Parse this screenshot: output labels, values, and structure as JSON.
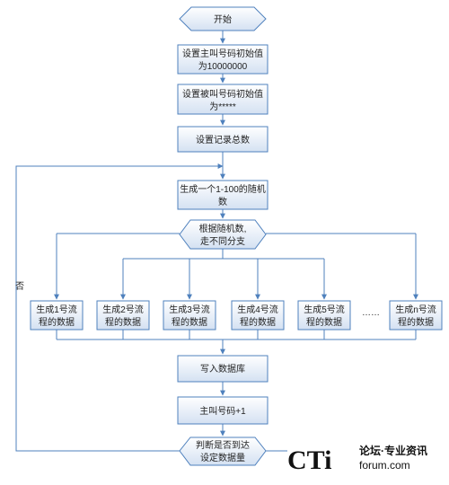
{
  "diagram": {
    "start": "开始",
    "steps": {
      "init_caller_l1": "设置主叫号码初始值",
      "init_caller_l2": "为10000000",
      "init_callee_l1": "设置被叫号码初始值",
      "init_callee_l2": "为*****",
      "set_total": "设置记录总数",
      "gen_random_l1": "生成一个1-100的随机",
      "gen_random_l2": "数",
      "write_db": "写入数据库",
      "caller_inc": "主叫号码+1"
    },
    "branch_decision": {
      "line1": "根据随机数,",
      "line2": "走不同分支"
    },
    "end_decision": {
      "line1": "判断是否到达",
      "line2": "设定数据量"
    },
    "branches": [
      {
        "line1": "生成1号流",
        "line2": "程的数据"
      },
      {
        "line1": "生成2号流",
        "line2": "程的数据"
      },
      {
        "line1": "生成3号流",
        "line2": "程的数据"
      },
      {
        "line1": "生成4号流",
        "line2": "程的数据"
      },
      {
        "line1": "生成5号流",
        "line2": "程的数据"
      },
      {
        "line1": "生成n号流",
        "line2": "程的数据"
      }
    ],
    "ellipsis": "……",
    "loop_label": "否"
  },
  "watermark": {
    "brand": "CTi",
    "tagline": "论坛·专业资讯",
    "domain": "forum.com"
  },
  "colors": {
    "box_border": "#4f81bd",
    "box_fill_top": "#ffffff",
    "box_fill_bottom": "#d4e1f2",
    "connector": "#4f81bd"
  }
}
